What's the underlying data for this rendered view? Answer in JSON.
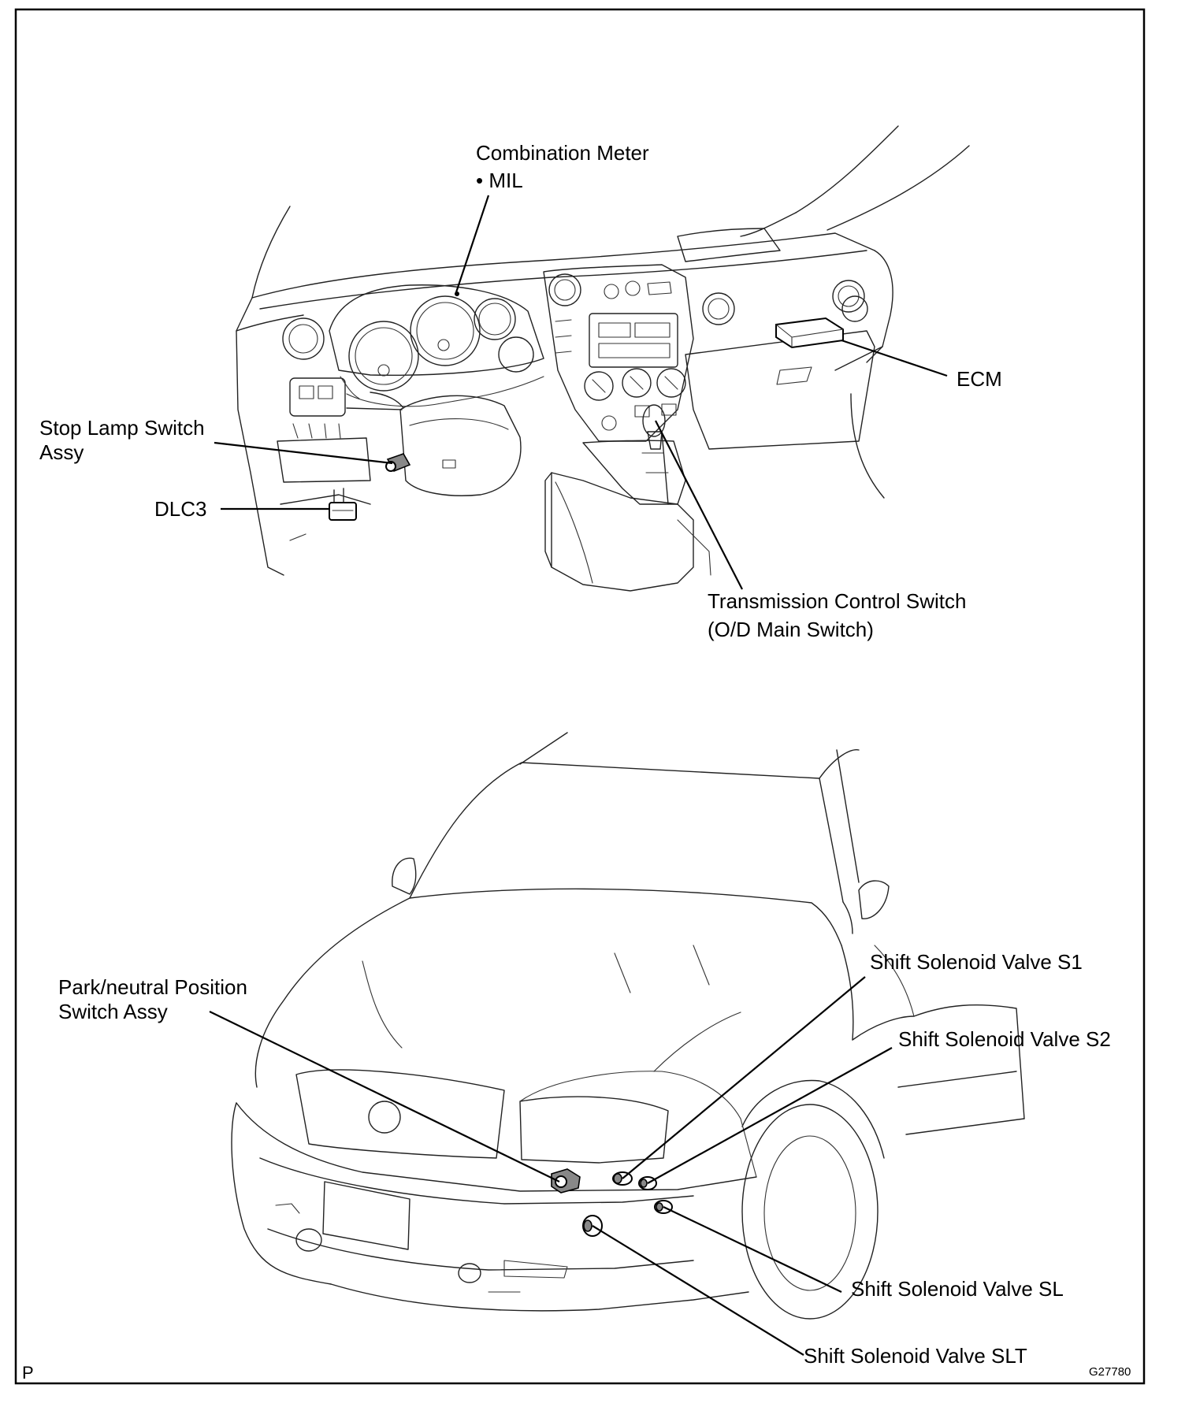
{
  "labels": {
    "combination_meter": "Combination Meter",
    "mil": "• MIL",
    "ecm": "ECM",
    "stop_lamp_switch_line1": "Stop Lamp Switch",
    "stop_lamp_switch_line2": "Assy",
    "dlc3": "DLC3",
    "transmission_control_line1": "Transmission Control Switch",
    "transmission_control_line2": "(O/D Main Switch)",
    "park_neutral_line1": "Park/neutral Position",
    "park_neutral_line2": "Switch Assy",
    "shift_s1": "Shift Solenoid Valve S1",
    "shift_s2": "Shift Solenoid Valve S2",
    "shift_sl": "Shift Solenoid Valve SL",
    "shift_slt": "Shift Solenoid Valve SLT"
  },
  "footer": {
    "page_mark": "P",
    "figure_code": "G27780"
  }
}
